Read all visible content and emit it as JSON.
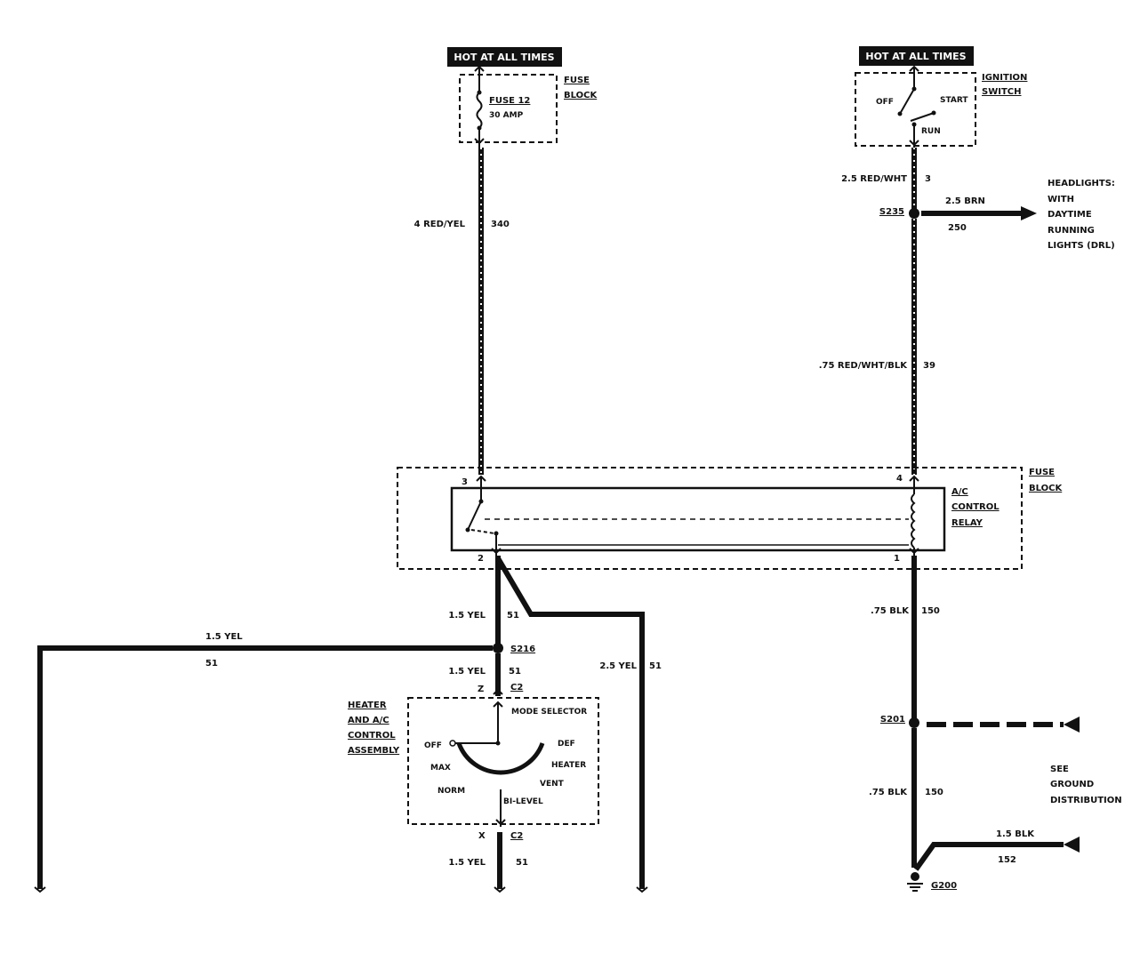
{
  "banners": {
    "left": "HOT AT ALL TIMES",
    "right": "HOT AT ALL TIMES"
  },
  "fuse_block_top": {
    "title_line1": "FUSE",
    "title_line2": "BLOCK",
    "fuse_name": "FUSE 12",
    "fuse_rating": "30 AMP"
  },
  "ignition_switch": {
    "title_line1": "IGNITION",
    "title_line2": "SWITCH",
    "pos_off": "OFF",
    "pos_start": "START",
    "pos_run": "RUN"
  },
  "wires": {
    "w340_size": "4 RED/YEL",
    "w340_num": "340",
    "w3_size": "2.5 RED/WHT",
    "w3_num": "3",
    "w250_size": "2.5 BRN",
    "w250_num": "250",
    "w39_size": ".75 RED/WHT/BLK",
    "w39_num": "39",
    "w51a_size": "1.5 YEL",
    "w51a_num": "51",
    "w51_left_size": "1.5 YEL",
    "w51_left_num": "51",
    "w51b_size": "1.5 YEL",
    "w51b_num": "51",
    "w51_right_size": "2.5 YEL",
    "w51_right_num": "51",
    "w51c_size": "1.5 YEL",
    "w51c_num": "51",
    "w150a_size": ".75 BLK",
    "w150a_num": "150",
    "w150b_size": ".75 BLK",
    "w150b_num": "150",
    "w152_size": "1.5 BLK",
    "w152_num": "152"
  },
  "splices": {
    "s235": "S235",
    "s216": "S216",
    "s201": "S201",
    "g200": "G200"
  },
  "headlights": {
    "line1": "HEADLIGHTS:",
    "line2": "WITH",
    "line3": "DAYTIME",
    "line4": "RUNNING",
    "line5": "LIGHTS (DRL)"
  },
  "relay_block": {
    "title_line1": "FUSE",
    "title_line2": "BLOCK",
    "relay_line1": "A/C",
    "relay_line2": "CONTROL",
    "relay_line3": "RELAY",
    "pin3": "3",
    "pin4": "4",
    "pin2": "2",
    "pin1": "1"
  },
  "control_assembly": {
    "title_line1": "HEATER",
    "title_line2": "AND A/C",
    "title_line3": "CONTROL",
    "title_line4": "ASSEMBLY",
    "mode_selector": "MODE SELECTOR",
    "pos_off": "OFF",
    "pos_max": "MAX",
    "pos_norm": "NORM",
    "pos_def": "DEF",
    "pos_heater": "HEATER",
    "pos_vent": "VENT",
    "pos_bilevel": "BI-LEVEL",
    "pin_z": "Z",
    "conn_top": "C2",
    "pin_x": "X",
    "conn_bottom": "C2"
  },
  "ground_note": {
    "line1": "SEE",
    "line2": "GROUND",
    "line3": "DISTRIBUTION"
  }
}
